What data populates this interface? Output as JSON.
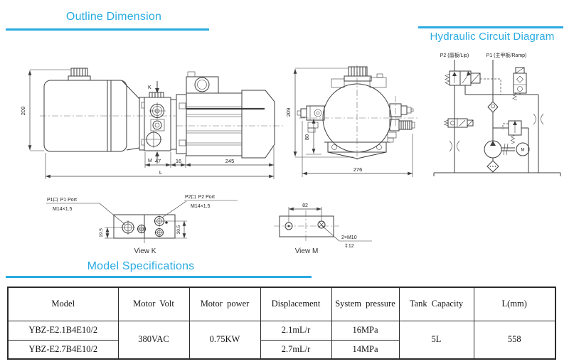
{
  "colors": {
    "accent": "#29abe2",
    "line": "#3d3d3d"
  },
  "sections": {
    "outline_title": "Outline Dimension",
    "circuit_title": "Hydraulic Circuit Diagram",
    "specs_title": "Model Specifications"
  },
  "circuit": {
    "p2_label": "P2 (唇板/Lip)",
    "p1_label": "P1 (主甲板/Ramp)",
    "motor_letter": "M"
  },
  "dims": {
    "left_height": "209",
    "view_k_letter": "K",
    "view_m_letter": "M",
    "d47": "47",
    "d16": "16",
    "total_length": "L",
    "motor_len": "245",
    "front_height": "209",
    "front_80": "80",
    "front_width": "276"
  },
  "view_k": {
    "p1_cn": "P1口",
    "p1_en": "P1 Port",
    "p1_thread": "M14×1.5",
    "p2_cn": "P2口",
    "p2_en": "P2 Port",
    "p2_thread": "M14×1.5",
    "dim_left": "19.5",
    "dim_right": "30.5",
    "caption": "View K"
  },
  "view_m": {
    "dim_width": "82",
    "callout_top": "2×M10",
    "callout_depth": "↧12",
    "caption": "View M"
  },
  "table": {
    "headers": [
      "Model",
      "Motor Volt",
      "Motor power",
      "Displacement",
      "System pressure",
      "Tank Capacity",
      "L(mm)"
    ],
    "motor_volt": "380VAC",
    "motor_power": "0.75KW",
    "tank_capacity": "5L",
    "l_value": "558",
    "rows": [
      {
        "model": "YBZ-E2.1B4E10/2",
        "displacement": "2.1mL/r",
        "pressure": "16MPa"
      },
      {
        "model": "YBZ-E2.7B4E10/2",
        "displacement": "2.7mL/r",
        "pressure": "14MPa"
      }
    ]
  }
}
